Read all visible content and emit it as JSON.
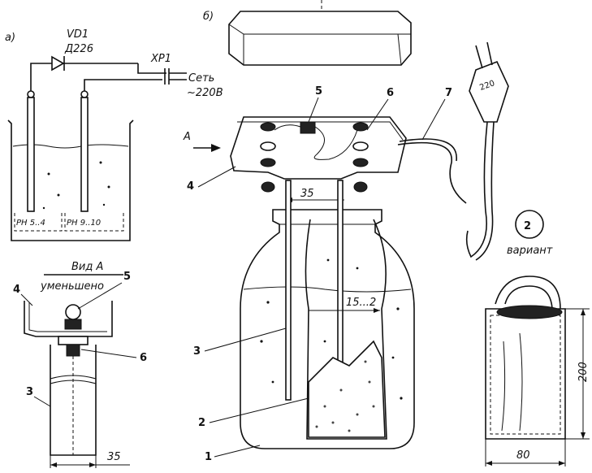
{
  "panel_a": {
    "label": "а)",
    "diode": "VD1",
    "diode_type": "Д226",
    "connector": "XP1",
    "mains_label": "Сеть",
    "mains_voltage": "~220В",
    "ph_left": "PH 5..4",
    "ph_right": "PH 9..10"
  },
  "panel_b": {
    "label": "б)",
    "view_arrow": "A",
    "dim_gap": "35",
    "dim_depth": "15...2",
    "plug_label": "220"
  },
  "view_a": {
    "title": "Вид А",
    "subtitle": "уменьшено",
    "dim": "35"
  },
  "variant": {
    "number": "2",
    "label": "вариант",
    "dim_height": "200",
    "dim_width": "80"
  },
  "callouts": {
    "c1": "1",
    "c2": "2",
    "c3": "3",
    "c4": "4",
    "c5": "5",
    "c6": "6",
    "c7": "7",
    "va_c3": "3",
    "va_c4": "4",
    "va_c5": "5",
    "va_c6": "6"
  }
}
